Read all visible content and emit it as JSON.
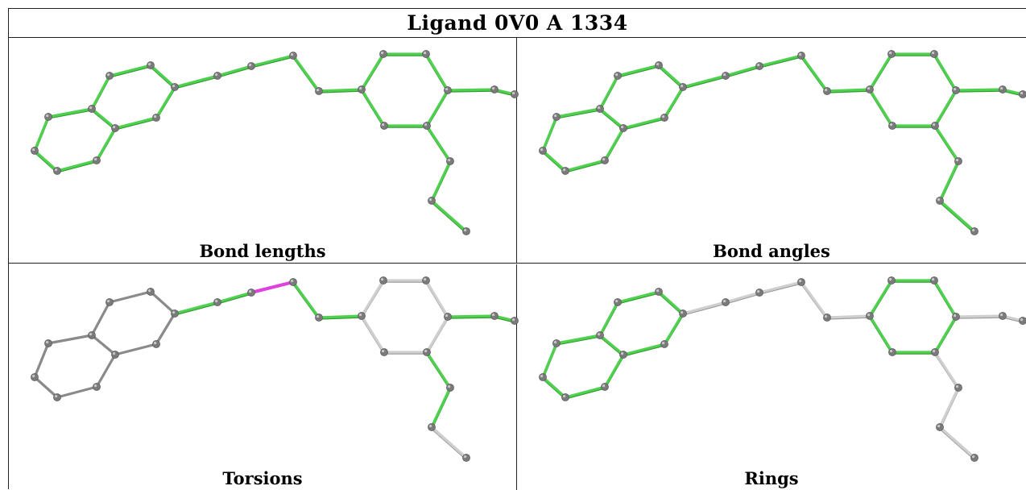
{
  "title": "Ligand 0V0 A 1334",
  "colors": {
    "ok": "#4fd14f",
    "ok_shadow": "#2e9a2e",
    "neutral": "#cfcfcf",
    "neutral_shadow": "#9a9a9a",
    "dark": "#8a8a8a",
    "outlier": "#e040e0",
    "atom": "#7a7a7a"
  },
  "panels": [
    {
      "caption": "Bond lengths",
      "default": "ok",
      "bonds": {}
    },
    {
      "caption": "Bond angles",
      "default": "ok",
      "bonds": {}
    },
    {
      "caption": "Torsions",
      "default": "neutral",
      "bonds": {
        "13": "dark",
        "14": "dark",
        "15": "dark",
        "16": "dark",
        "17": "dark",
        "18": "dark",
        "19": "dark",
        "20": "dark",
        "21": "dark",
        "22": "dark",
        "23": "dark",
        "24": "ok",
        "25": "ok",
        "26": "outlier",
        "27": "ok",
        "28": "ok",
        "9": "ok",
        "10": "ok",
        "11": "ok"
      }
    },
    {
      "caption": "Rings",
      "default": "neutral",
      "bonds": {
        "0": "ok",
        "1": "ok",
        "2": "ok",
        "3": "ok",
        "4": "ok",
        "5": "ok",
        "13": "ok",
        "14": "ok",
        "15": "ok",
        "16": "ok",
        "17": "ok",
        "18": "ok",
        "19": "ok",
        "20": "ok",
        "21": "ok",
        "22": "ok",
        "23": "ok"
      }
    }
  ]
}
